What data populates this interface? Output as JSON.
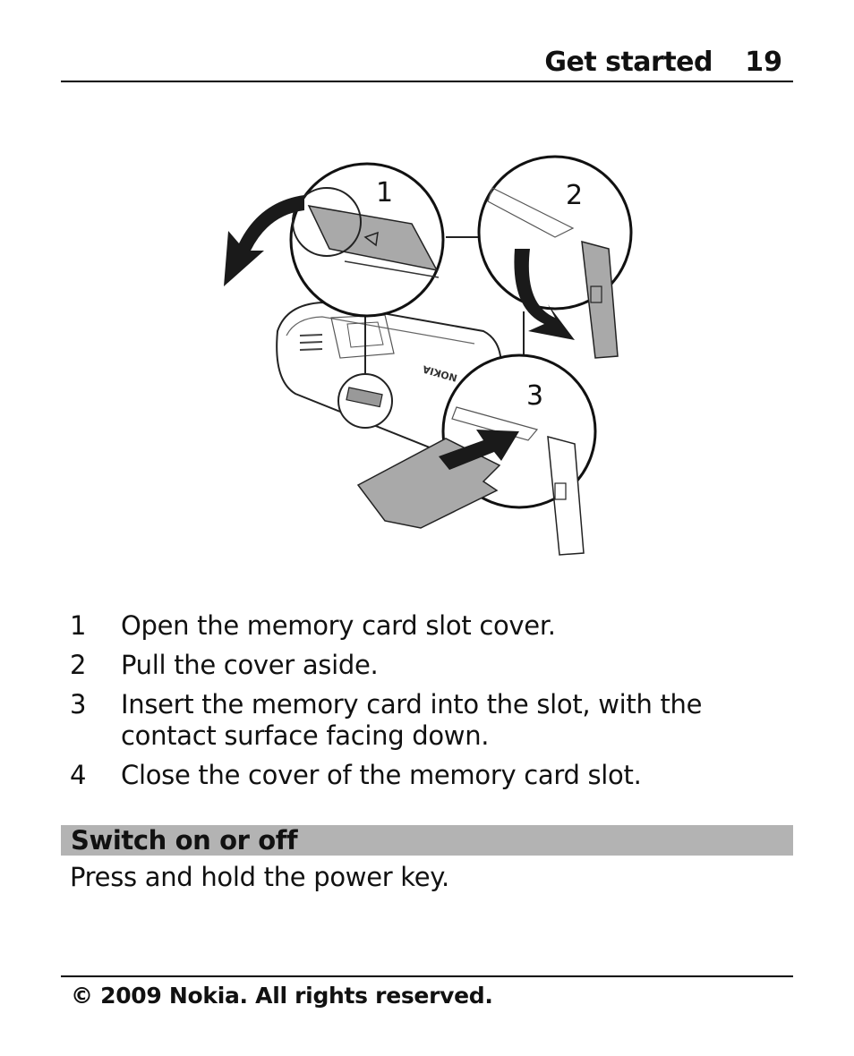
{
  "header": {
    "section": "Get started",
    "page_number": "19"
  },
  "figure": {
    "callouts": [
      "1",
      "2",
      "3"
    ],
    "brand_text": "NOKIA"
  },
  "steps": [
    {
      "number": "1",
      "text": "Open the memory card slot cover."
    },
    {
      "number": "2",
      "text": "Pull the cover aside."
    },
    {
      "number": "3",
      "text": "Insert the memory card into the slot, with the contact surface facing down."
    },
    {
      "number": "4",
      "text": "Close the cover of the memory card slot."
    }
  ],
  "section": {
    "title": "Switch on or off",
    "body": "Press and hold the power key."
  },
  "footer": {
    "copyright": "© 2009 Nokia. All rights reserved."
  },
  "colors": {
    "section_bar": "#b3b3b3",
    "text": "#111111",
    "illustration_gray": "#a9a9a9"
  }
}
